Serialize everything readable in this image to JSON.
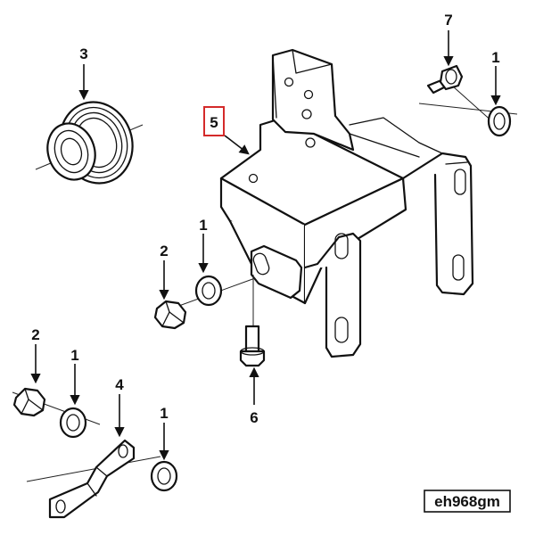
{
  "callouts": {
    "c1a": "1",
    "c1b": "1",
    "c1c": "1",
    "c1d": "1",
    "c2a": "2",
    "c2b": "2",
    "c3": "3",
    "c4": "4",
    "c5": "5",
    "c6": "6",
    "c7": "7"
  },
  "diagram_id": "eh968gm",
  "colors": {
    "line": "#111111",
    "highlight": "#d42a2a",
    "background": "#ffffff"
  }
}
